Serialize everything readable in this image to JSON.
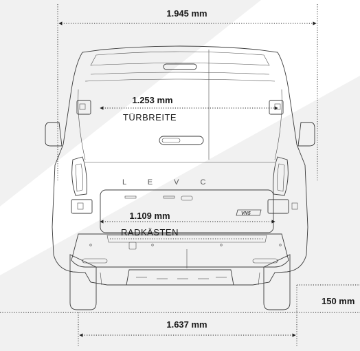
{
  "dimensions": {
    "overall_width": {
      "value": "1.945 mm"
    },
    "door_width": {
      "value": "1.253 mm",
      "label": "TÜRBREITE"
    },
    "wheel_arches": {
      "value": "1.109 mm",
      "label": "RADKÄSTEN"
    },
    "ground_clearance": {
      "value": "150 mm"
    },
    "track_width": {
      "value": "1.637 mm"
    }
  },
  "vehicle": {
    "brand_lettering": "L E V C",
    "model_badge": "VN5"
  },
  "colors": {
    "background": "#f1f1f1",
    "diagonal_band": "#ffffff",
    "body_fill": "#f7f7f7",
    "line": "#3a3a3a",
    "text": "#1a1a1a"
  }
}
